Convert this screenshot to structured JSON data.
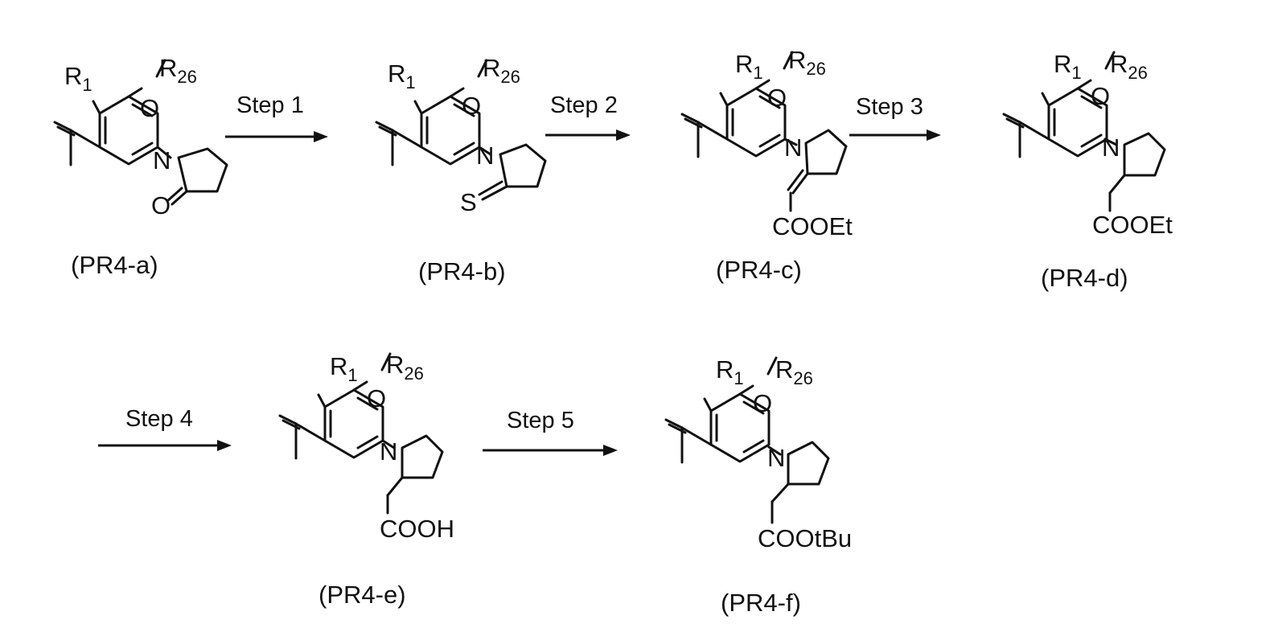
{
  "atoms": {
    "r1_main": "R",
    "r1_sub": "1",
    "r26_main": "R",
    "r26_sub": "26",
    "oxygen": "O",
    "nitrogen": "N",
    "sulfur": "S"
  },
  "compounds": [
    {
      "id": "a",
      "label": "(PR4-a)"
    },
    {
      "id": "b",
      "label": "(PR4-b)"
    },
    {
      "id": "c",
      "label": "(PR4-c)",
      "group": "COOEt"
    },
    {
      "id": "d",
      "label": "(PR4-d)",
      "group": "COOEt"
    },
    {
      "id": "e",
      "label": "(PR4-e)",
      "group": "COOH"
    },
    {
      "id": "f",
      "label": "(PR4-f)",
      "group": "COOtBu"
    }
  ],
  "steps": [
    "Step 1",
    "Step 2",
    "Step 3",
    "Step 4",
    "Step 5"
  ]
}
